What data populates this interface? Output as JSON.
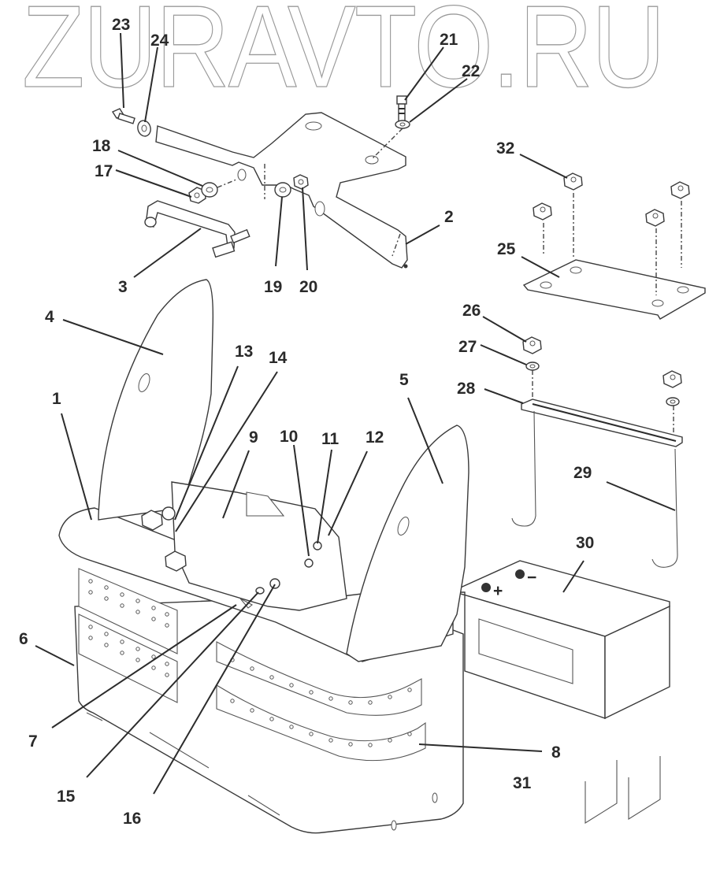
{
  "watermark": "ZURAVTO.RU",
  "diagram": {
    "type": "exploded-parts-view",
    "subject": "Battery box / hood assembly",
    "battery_terminals": {
      "positive": "+",
      "negative": "−"
    },
    "callouts": [
      {
        "id": "1"
      },
      {
        "id": "2"
      },
      {
        "id": "3"
      },
      {
        "id": "4"
      },
      {
        "id": "5"
      },
      {
        "id": "6"
      },
      {
        "id": "7"
      },
      {
        "id": "8"
      },
      {
        "id": "9"
      },
      {
        "id": "10"
      },
      {
        "id": "11"
      },
      {
        "id": "12"
      },
      {
        "id": "13"
      },
      {
        "id": "14"
      },
      {
        "id": "15"
      },
      {
        "id": "16"
      },
      {
        "id": "17"
      },
      {
        "id": "18"
      },
      {
        "id": "19"
      },
      {
        "id": "20"
      },
      {
        "id": "21"
      },
      {
        "id": "22"
      },
      {
        "id": "23"
      },
      {
        "id": "24"
      },
      {
        "id": "25"
      },
      {
        "id": "26"
      },
      {
        "id": "27"
      },
      {
        "id": "28"
      },
      {
        "id": "29"
      },
      {
        "id": "30"
      },
      {
        "id": "31"
      },
      {
        "id": "32"
      }
    ]
  }
}
